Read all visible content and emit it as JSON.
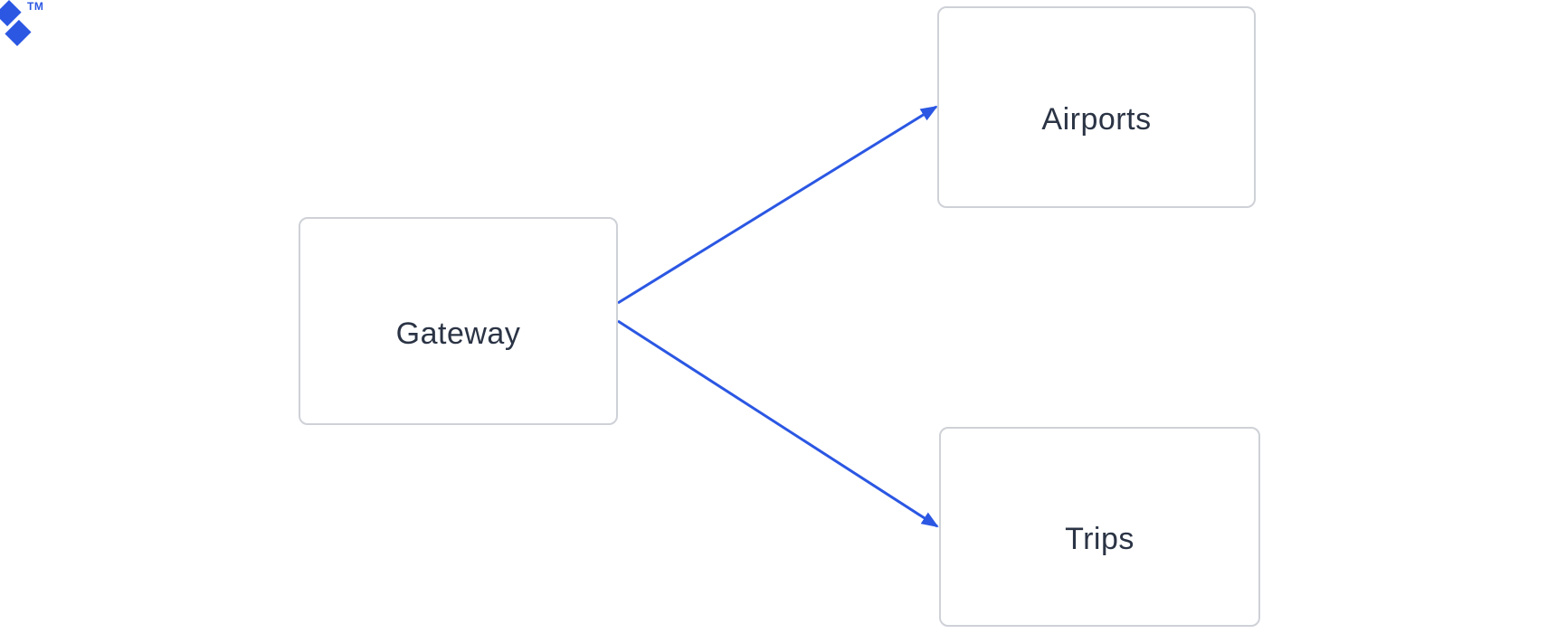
{
  "brand": {
    "logo_icon": "toptal-logo-mark",
    "trademark": "TM",
    "color": "#2b57e3"
  },
  "diagram": {
    "nodes": [
      {
        "id": "gateway",
        "label": "Gateway"
      },
      {
        "id": "airports",
        "label": "Airports"
      },
      {
        "id": "trips",
        "label": "Trips"
      }
    ],
    "edges": [
      {
        "from": "gateway",
        "to": "airports"
      },
      {
        "from": "gateway",
        "to": "trips"
      }
    ],
    "colors": {
      "arrow": "#2b57e3",
      "node_border": "#ced1d7",
      "node_text": "#2b3445",
      "background": "#ffffff"
    }
  }
}
